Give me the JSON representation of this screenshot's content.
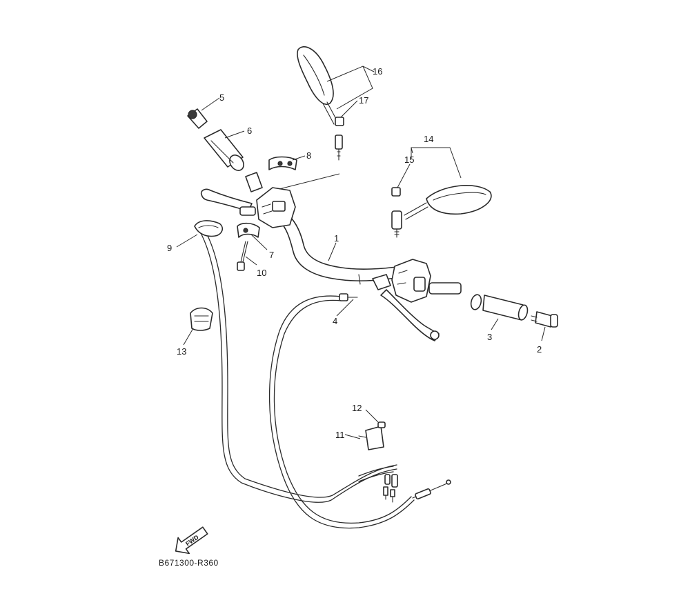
{
  "diagram": {
    "diagram_code": "B671300-R360",
    "fwd_label": "FWD",
    "callouts": {
      "c1": "1",
      "c2": "2",
      "c3": "3",
      "c4": "4",
      "c5": "5",
      "c6": "6",
      "c7": "7",
      "c8": "8",
      "c9": "9",
      "c10": "10",
      "c11": "11",
      "c12": "12",
      "c13": "13",
      "c14": "14",
      "c15": "15",
      "c16": "16",
      "c17": "17"
    }
  }
}
